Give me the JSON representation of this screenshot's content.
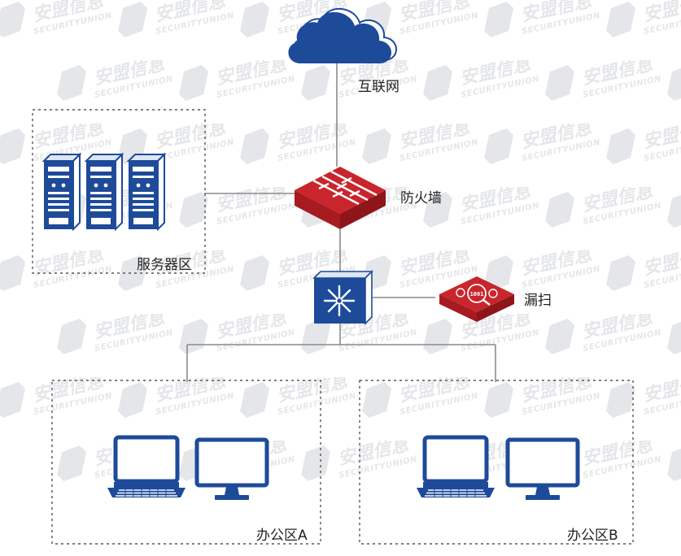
{
  "labels": {
    "internet": "互联网",
    "firewall": "防火墙",
    "server_zone": "服务器区",
    "scanner": "漏扫",
    "office_a": "办公区A",
    "office_b": "办公区B",
    "scanner_badge": "1001"
  },
  "watermark": {
    "cn": "安盟信息",
    "en": "SECURITYUNION"
  },
  "colors": {
    "device_blue": "#1e4a9a",
    "firewall_red": "#c8262c",
    "line_gray": "#8a8a8a",
    "zone_border": "#555555",
    "watermark_gray": "#cfd3d8"
  },
  "icons": [
    "cloud-icon",
    "firewall-icon",
    "server-rack-icon",
    "switch-icon",
    "scanner-icon",
    "laptop-icon",
    "monitor-icon"
  ]
}
